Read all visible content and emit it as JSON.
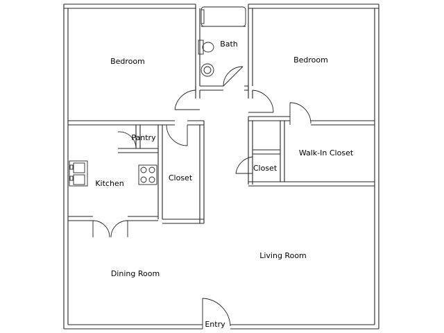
{
  "floor_plan": {
    "rooms": {
      "bedroom_left": "Bedroom",
      "bedroom_right": "Bedroom",
      "bath": "Bath",
      "pantry": "Pantry",
      "kitchen": "Kitchen",
      "closet_center": "Closet",
      "closet_right": "Closet",
      "walk_in_closet": "Walk-In Closet",
      "living_room": "Living Room",
      "dining_room": "Dining Room",
      "entry": "Entry"
    }
  }
}
